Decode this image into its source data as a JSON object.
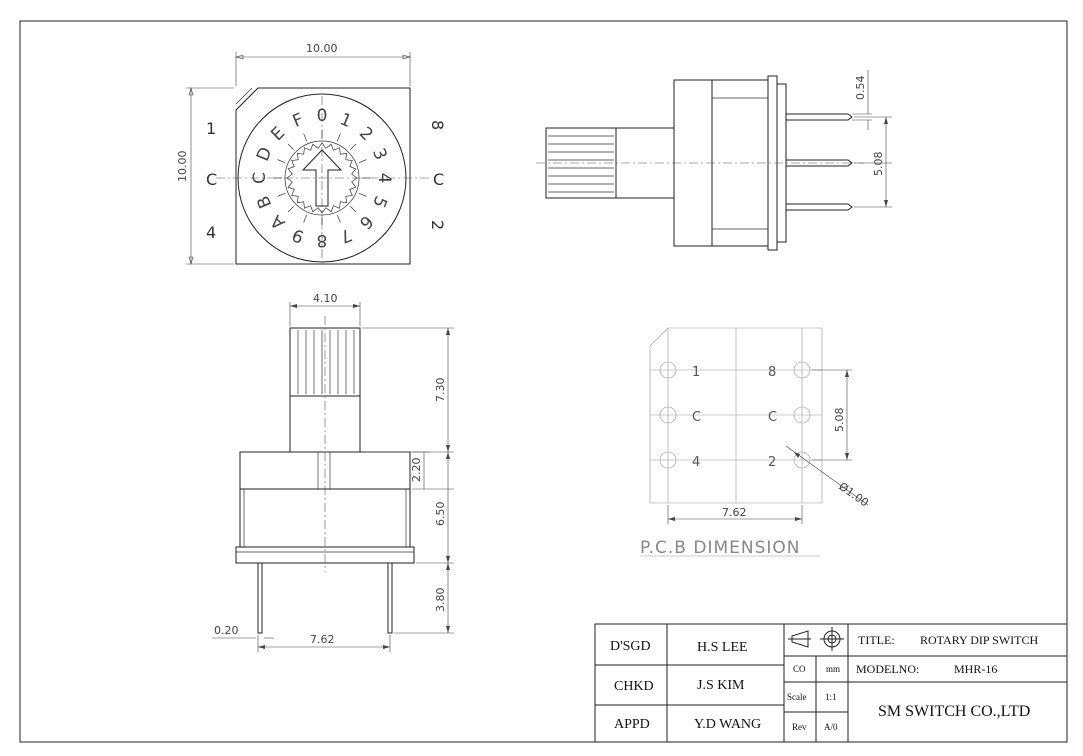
{
  "dimensions": {
    "top_width": "10.00",
    "top_height": "10.00",
    "side_pin_pitch": "0.54",
    "side_pin_spacing": "5.08",
    "front_knob_width": "4.10",
    "front_knob_height": "7.30",
    "front_collar": "2.20",
    "front_body": "6.50",
    "front_pin_length": "3.80",
    "front_pin_width": "0.20",
    "front_pin_span": "7.62",
    "pcb_pitch_v": "5.08",
    "pcb_pitch_h": "7.62",
    "pcb_hole_dia": "Ø1.00"
  },
  "top_view": {
    "left_labels": [
      "1",
      "C",
      "4"
    ],
    "right_labels": [
      "8",
      "C",
      "2"
    ],
    "dial_chars": [
      "0",
      "1",
      "2",
      "3",
      "4",
      "5",
      "6",
      "7",
      "8",
      "9",
      "A",
      "B",
      "C",
      "D",
      "E",
      "F"
    ]
  },
  "pcb": {
    "title": "P.C.B DIMENSION",
    "labels_left": [
      "1",
      "C",
      "4"
    ],
    "labels_right": [
      "8",
      "C",
      "2"
    ]
  },
  "title_block": {
    "rows": [
      {
        "role": "D'SGD",
        "name": "H.S LEE"
      },
      {
        "role": "CHKD",
        "name": "J.S KIM"
      },
      {
        "role": "APPD",
        "name": "Y.D WANG"
      }
    ],
    "co_label": "CO",
    "co_value": "mm",
    "scale_label": "Scale",
    "scale_value": "1:1",
    "rev_label": "Rev",
    "rev_value": "A/0",
    "title_label": "TITLE:",
    "title_value": "ROTARY DIP SWITCH",
    "model_label": "MODELNO:",
    "model_value": "MHR-16",
    "company": "SM SWITCH CO.,LTD"
  }
}
